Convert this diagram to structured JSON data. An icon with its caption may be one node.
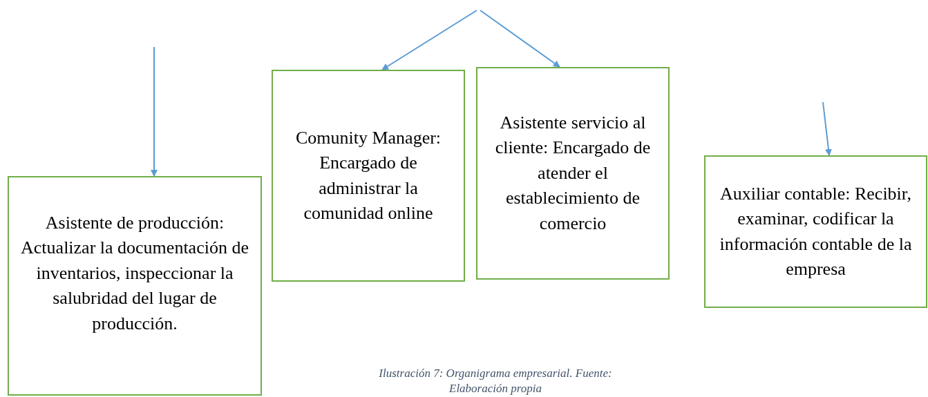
{
  "diagram": {
    "caption": "Ilustración 7: Organigrama empresarial. Fuente: Elaboración propia",
    "nodes": [
      {
        "text": [
          "Asistente de producción: Actualizar la documentación de inventarios, inspeccionar la salubridad del lugar de producción."
        ]
      },
      {
        "text": [
          "Comunity Manager: Encargado de administrar la comunidad online"
        ]
      },
      {
        "text": [
          "Asistente servicio al cliente: Encargado de atender el establecimiento de comercio"
        ]
      },
      {
        "text": [
          "Auxiliar contable: Recibir, examinar, codificar la información contable de la empresa"
        ]
      }
    ],
    "edges": [
      {
        "from": null,
        "to": 0,
        "arrow": "to"
      },
      {
        "from": null,
        "to": 1,
        "arrow": "to"
      },
      {
        "from": null,
        "to": 2,
        "arrow": "to"
      },
      {
        "from": null,
        "to": 3,
        "arrow": "to"
      }
    ]
  }
}
